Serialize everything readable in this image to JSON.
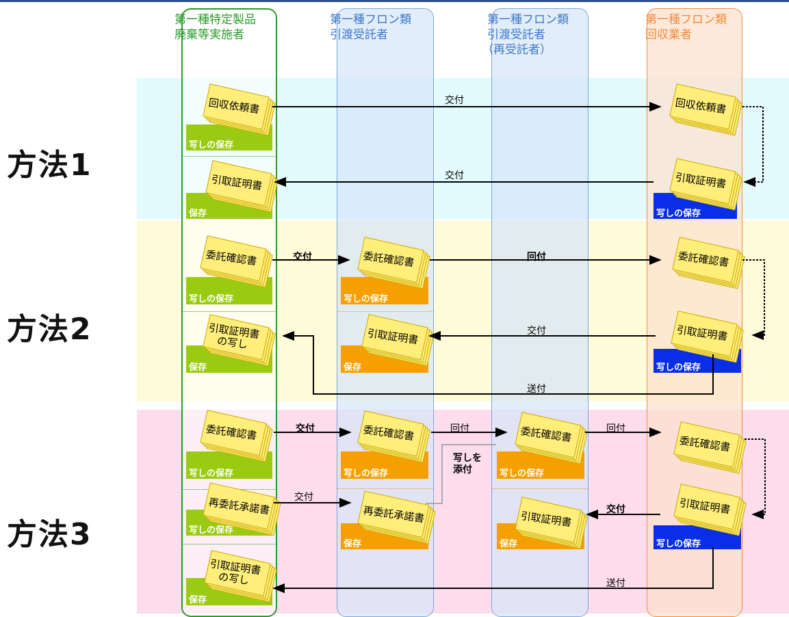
{
  "colors": {
    "band1": "#e4fbfd",
    "band2": "#fefbd8",
    "band3": "#fddcec",
    "lane_green": "#2a9a2a",
    "lane_blue": "#7aa6d8",
    "lane_orange": "#f08a3c",
    "tag_green": "#9acb12",
    "tag_orange": "#f5a000",
    "tag_blue": "#0a2ee8",
    "doc_fill": "#ffee7a",
    "doc_stroke": "#c8a800"
  },
  "lanes": [
    {
      "line1": "第一種特定製品",
      "line2": "廃棄等実施者",
      "line3": ""
    },
    {
      "line1": "第一種フロン類",
      "line2": "引渡受託者",
      "line3": ""
    },
    {
      "line1": "第一種フロン類",
      "line2": "引渡受託者",
      "line3": "（再受託者）"
    },
    {
      "line1": "第一種フロン類",
      "line2": "回収業者",
      "line3": ""
    }
  ],
  "methods": [
    "方法1",
    "方法2",
    "方法3"
  ],
  "docs": {
    "m1_ds_request": "回収依頼書",
    "m1_rc_request": "回収依頼書",
    "m1_ds_cert": "引取証明書",
    "m1_rc_cert": "引取証明書",
    "m2_ds_consign": "委託確認書",
    "m2_tr_consign": "委託確認書",
    "m2_rc_consign": "委託確認書",
    "m2_ds_copy_l1": "引取証明書",
    "m2_ds_copy_l2": "の写し",
    "m2_tr_cert": "引取証明書",
    "m2_rc_cert": "引取証明書",
    "m3_ds_consign": "委託確認書",
    "m3_tr_consign": "委託確認書",
    "m3_re_consign": "委託確認書",
    "m3_rc_consign": "委託確認書",
    "m3_ds_approval": "再委託承諾書",
    "m3_tr_approval": "再委託承諾書",
    "m3_re_cert": "引取証明書",
    "m3_rc_cert": "引取証明書",
    "m3_ds_copy_l1": "引取証明書",
    "m3_ds_copy_l2": "の写し"
  },
  "tags": {
    "copy_save": "写しの保存",
    "save": "保存"
  },
  "flows": {
    "deliver": "交付",
    "circulate": "回付",
    "send": "送付",
    "attach_l1": "写しを",
    "attach_l2": "添付"
  }
}
